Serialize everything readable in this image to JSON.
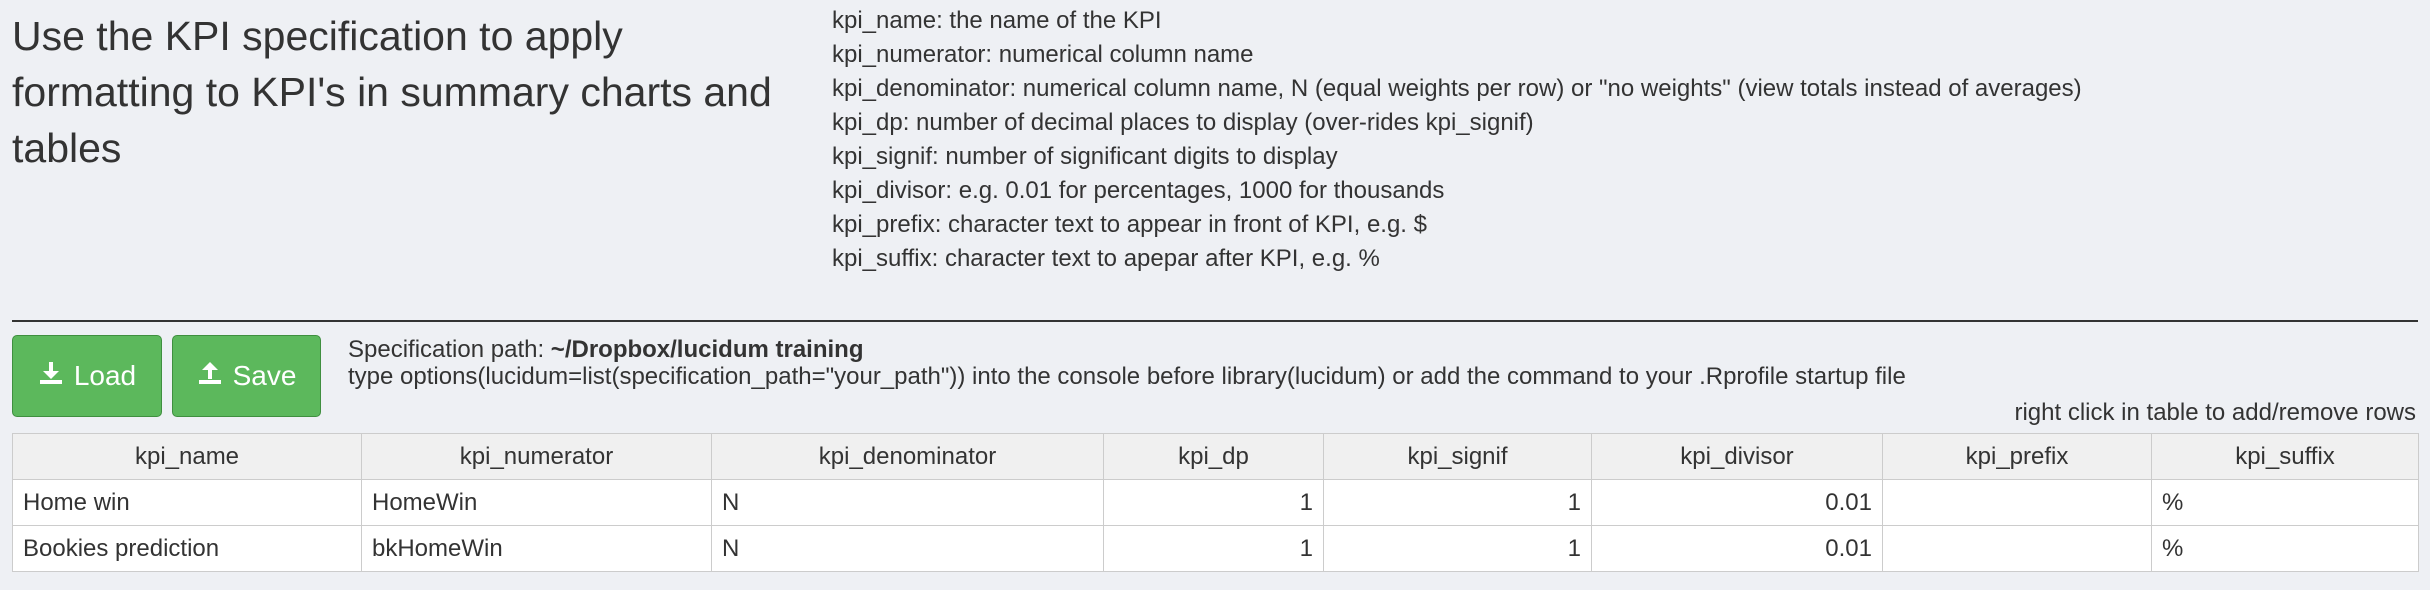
{
  "header": {
    "title": "Use the KPI specification to apply formatting to KPI's in summary charts and tables"
  },
  "spec_descriptions": [
    "kpi_name: the name of the KPI",
    "kpi_numerator: numerical column name",
    "kpi_denominator: numerical column name, N (equal weights per row) or \"no weights\" (view totals instead of averages)",
    "kpi_dp: number of decimal places to display (over-rides kpi_signif)",
    "kpi_signif: number of significant digits to display",
    "kpi_divisor: e.g. 0.01 for percentages, 1000 for thousands",
    "kpi_prefix: character text to appear in front of KPI, e.g. $",
    "kpi_suffix: character text to apepar after KPI, e.g. %"
  ],
  "toolbar": {
    "load_label": "Load",
    "save_label": "Save",
    "load_icon": "download-icon",
    "save_icon": "upload-icon",
    "button_color": "#5cb85c"
  },
  "spec_path": {
    "label": "Specification path: ",
    "value": "~/Dropbox/lucidum training",
    "hint": "type options(lucidum=list(specification_path=\"your_path\")) into the console before library(lucidum) or add the command to your .Rprofile startup file"
  },
  "table_hint": "right click in table to add/remove rows",
  "table": {
    "columns": [
      "kpi_name",
      "kpi_numerator",
      "kpi_denominator",
      "kpi_dp",
      "kpi_signif",
      "kpi_divisor",
      "kpi_prefix",
      "kpi_suffix"
    ],
    "rows": [
      [
        "Home win",
        "HomeWin",
        "N",
        "1",
        "1",
        "0.01",
        "",
        "%"
      ],
      [
        "Bookies prediction",
        "bkHomeWin",
        "N",
        "1",
        "1",
        "0.01",
        "",
        "%"
      ]
    ]
  }
}
